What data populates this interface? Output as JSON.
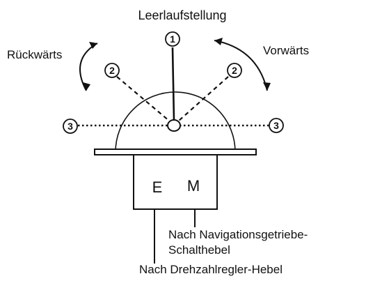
{
  "labels": {
    "neutral": "Leerlaufstellung",
    "reverse": "Rückwärts",
    "forward": "Vorwärts",
    "gear_box_e": "E",
    "gear_box_m": "M",
    "nav_lever_line1": "Nach Navigationsgetriebe-",
    "nav_lever_line2": "Schalthebel",
    "speed_lever": "Nach Drehzahlregler-Hebel"
  },
  "markers": {
    "neutral": "1",
    "intermediate_left": "2",
    "intermediate_right": "2",
    "full_left": "3",
    "full_right": "3"
  }
}
